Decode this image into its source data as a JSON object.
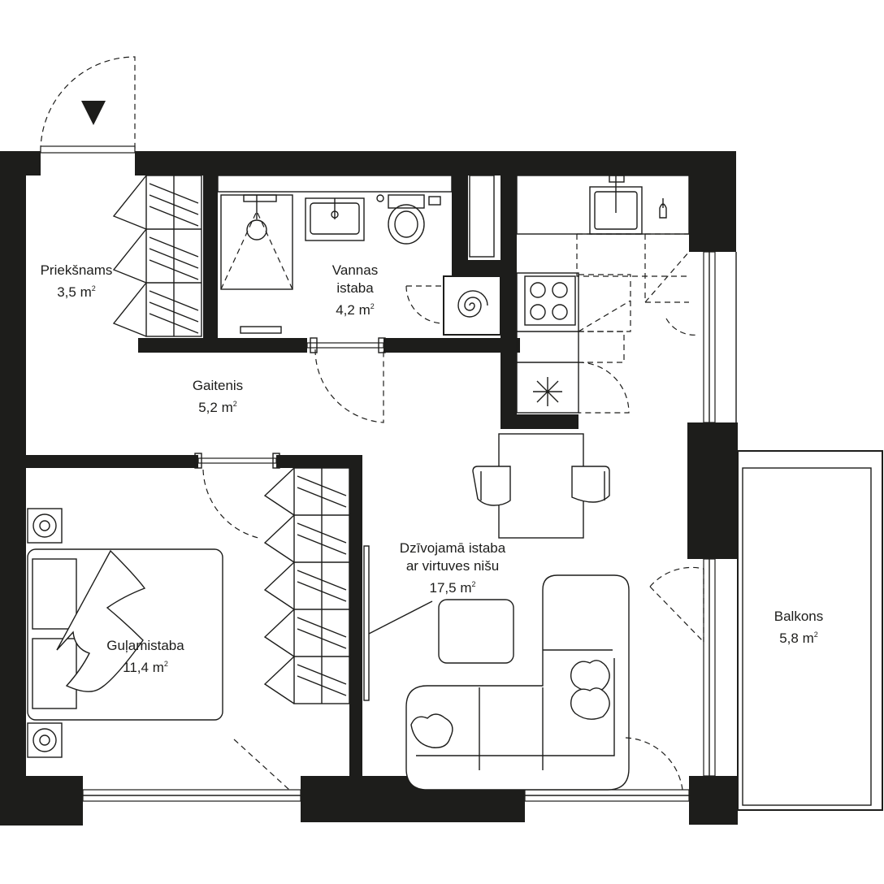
{
  "rooms": [
    {
      "name": "Priekšnams",
      "area_value": "3,5",
      "area_unit": "m",
      "area_exp": "2"
    },
    {
      "name": "Vannas",
      "name2": "istaba",
      "area_value": "4,2",
      "area_unit": "m",
      "area_exp": "2"
    },
    {
      "name": "Gaitenis",
      "area_value": "5,2",
      "area_unit": "m",
      "area_exp": "2"
    },
    {
      "name": "Dzīvojamā istaba",
      "name2": "ar virtuves nišu",
      "area_value": "17,5",
      "area_unit": "m",
      "area_exp": "2"
    },
    {
      "name": "Guļamistaba",
      "area_value": "11,4",
      "area_unit": "m",
      "area_exp": "2"
    },
    {
      "name": "Balkons",
      "area_value": "5,8",
      "area_unit": "m",
      "area_exp": "2"
    }
  ],
  "icons": {
    "entrance": "entrance-arrow-icon",
    "hob": "cooktop-icon",
    "washer": "washing-machine-icon",
    "sink": "sink-icon",
    "toilet": "toilet-icon",
    "shower": "shower-icon",
    "lamp": "nightstand-lamp-icon"
  },
  "colors": {
    "wall": "#1d1d1b",
    "background": "#ffffff"
  }
}
